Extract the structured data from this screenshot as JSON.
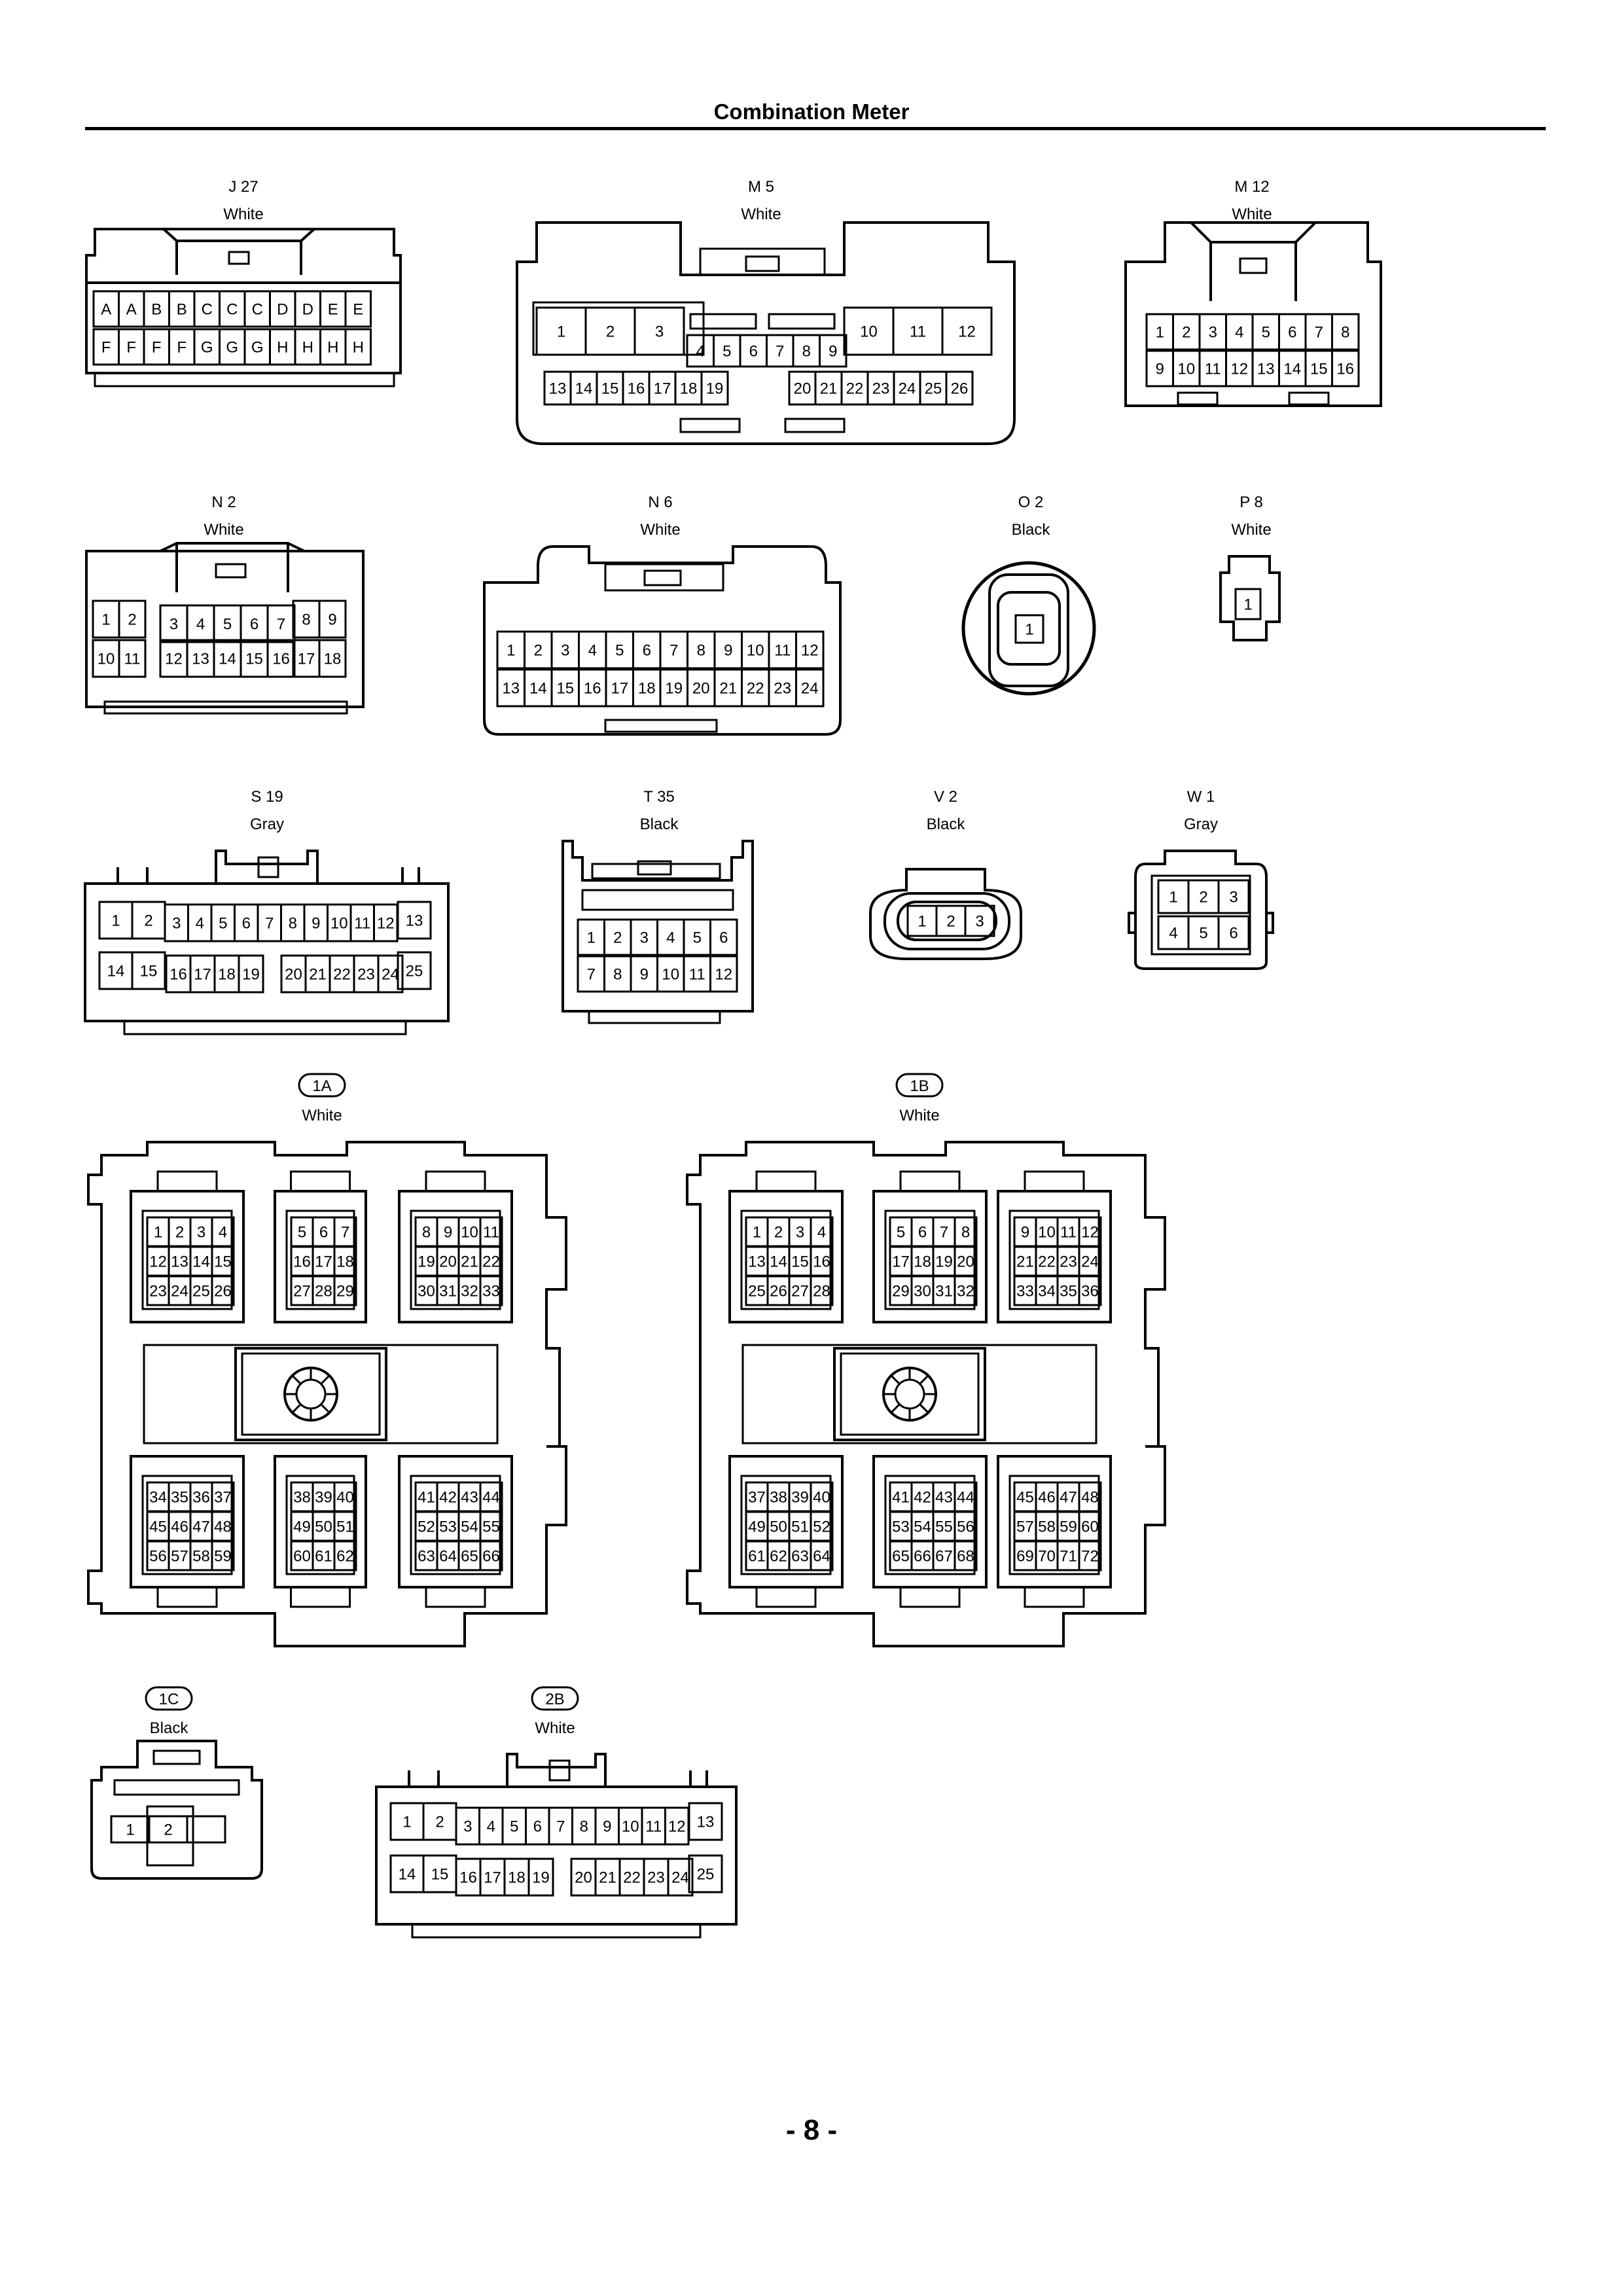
{
  "page": {
    "title": "Combination Meter",
    "page_number": "- 8 -"
  },
  "connectors": [
    {
      "id": "J 27",
      "color": "White",
      "rows": [
        [
          "A",
          "A",
          "B",
          "B",
          "C",
          "C",
          "C",
          "D",
          "D",
          "E",
          "E"
        ],
        [
          "F",
          "F",
          "F",
          "F",
          "G",
          "G",
          "G",
          "H",
          "H",
          "H",
          "H"
        ]
      ]
    },
    {
      "id": "M 5",
      "color": "White",
      "rows": [
        [
          "1",
          "2",
          "3"
        ],
        [
          "4",
          "5",
          "6",
          "7",
          "8",
          "9"
        ],
        [
          "10",
          "11",
          "12"
        ],
        [
          "13",
          "14",
          "15",
          "16",
          "17",
          "18",
          "19"
        ],
        [
          "20",
          "21",
          "22",
          "23",
          "24",
          "25",
          "26"
        ]
      ]
    },
    {
      "id": "M 12",
      "color": "White",
      "rows": [
        [
          "1",
          "2",
          "3",
          "4",
          "5",
          "6",
          "7",
          "8"
        ],
        [
          "9",
          "10",
          "11",
          "12",
          "13",
          "14",
          "15",
          "16"
        ]
      ]
    },
    {
      "id": "N 2",
      "color": "White",
      "rows": [
        [
          "1",
          "2"
        ],
        [
          "3",
          "4",
          "5",
          "6",
          "7"
        ],
        [
          "8",
          "9"
        ],
        [
          "10",
          "11"
        ],
        [
          "12",
          "13",
          "14",
          "15",
          "16"
        ],
        [
          "17",
          "18"
        ]
      ]
    },
    {
      "id": "N 6",
      "color": "White",
      "rows": [
        [
          "1",
          "2",
          "3",
          "4",
          "5",
          "6",
          "7",
          "8",
          "9",
          "10",
          "11",
          "12"
        ],
        [
          "13",
          "14",
          "15",
          "16",
          "17",
          "18",
          "19",
          "20",
          "21",
          "22",
          "23",
          "24"
        ]
      ]
    },
    {
      "id": "O 2",
      "color": "Black",
      "rows": [
        [
          "1"
        ]
      ]
    },
    {
      "id": "P 8",
      "color": "White",
      "rows": [
        [
          "1"
        ]
      ]
    },
    {
      "id": "S 19",
      "color": "Gray",
      "rows": [
        [
          "1",
          "2"
        ],
        [
          "3",
          "4",
          "5",
          "6",
          "7",
          "8",
          "9",
          "10",
          "11",
          "12"
        ],
        [
          "13"
        ],
        [
          "14",
          "15"
        ],
        [
          "16",
          "17",
          "18",
          "19"
        ],
        [
          "20",
          "21",
          "22",
          "23",
          "24"
        ],
        [
          "25"
        ]
      ]
    },
    {
      "id": "T 35",
      "color": "Black",
      "rows": [
        [
          "1",
          "2",
          "3",
          "4",
          "5",
          "6"
        ],
        [
          "7",
          "8",
          "9",
          "10",
          "11",
          "12"
        ]
      ]
    },
    {
      "id": "V 2",
      "color": "Black",
      "rows": [
        [
          "1",
          "2",
          "3"
        ]
      ]
    },
    {
      "id": "W 1",
      "color": "Gray",
      "rows": [
        [
          "1",
          "2",
          "3"
        ],
        [
          "4",
          "5",
          "6"
        ]
      ]
    },
    {
      "id": "1A",
      "color": "White",
      "blocks": [
        [
          [
            "1",
            "2",
            "3",
            "4"
          ],
          [
            "12",
            "13",
            "14",
            "15"
          ],
          [
            "23",
            "24",
            "25",
            "26"
          ]
        ],
        [
          [
            "5",
            "6",
            "7"
          ],
          [
            "16",
            "17",
            "18"
          ],
          [
            "27",
            "28",
            "29"
          ]
        ],
        [
          [
            "8",
            "9",
            "10",
            "11"
          ],
          [
            "19",
            "20",
            "21",
            "22"
          ],
          [
            "30",
            "31",
            "32",
            "33"
          ]
        ],
        [
          [
            "34",
            "35",
            "36",
            "37"
          ],
          [
            "45",
            "46",
            "47",
            "48"
          ],
          [
            "56",
            "57",
            "58",
            "59"
          ]
        ],
        [
          [
            "38",
            "39",
            "40"
          ],
          [
            "49",
            "50",
            "51"
          ],
          [
            "60",
            "61",
            "62"
          ]
        ],
        [
          [
            "41",
            "42",
            "43",
            "44"
          ],
          [
            "52",
            "53",
            "54",
            "55"
          ],
          [
            "63",
            "64",
            "65",
            "66"
          ]
        ]
      ]
    },
    {
      "id": "1B",
      "color": "White",
      "blocks": [
        [
          [
            "1",
            "2",
            "3",
            "4"
          ],
          [
            "13",
            "14",
            "15",
            "16"
          ],
          [
            "25",
            "26",
            "27",
            "28"
          ]
        ],
        [
          [
            "5",
            "6",
            "7",
            "8"
          ],
          [
            "17",
            "18",
            "19",
            "20"
          ],
          [
            "29",
            "30",
            "31",
            "32"
          ]
        ],
        [
          [
            "9",
            "10",
            "11",
            "12"
          ],
          [
            "21",
            "22",
            "23",
            "24"
          ],
          [
            "33",
            "34",
            "35",
            "36"
          ]
        ],
        [
          [
            "37",
            "38",
            "39",
            "40"
          ],
          [
            "49",
            "50",
            "51",
            "52"
          ],
          [
            "61",
            "62",
            "63",
            "64"
          ]
        ],
        [
          [
            "41",
            "42",
            "43",
            "44"
          ],
          [
            "53",
            "54",
            "55",
            "56"
          ],
          [
            "65",
            "66",
            "67",
            "68"
          ]
        ],
        [
          [
            "45",
            "46",
            "47",
            "48"
          ],
          [
            "57",
            "58",
            "59",
            "60"
          ],
          [
            "69",
            "70",
            "71",
            "72"
          ]
        ]
      ]
    },
    {
      "id": "1C",
      "color": "Black",
      "rows": [
        [
          "1",
          "2"
        ]
      ]
    },
    {
      "id": "2B",
      "color": "White",
      "rows": [
        [
          "1",
          "2"
        ],
        [
          "3",
          "4",
          "5",
          "6",
          "7",
          "8",
          "9",
          "10",
          "11",
          "12"
        ],
        [
          "13"
        ],
        [
          "14",
          "15"
        ],
        [
          "16",
          "17",
          "18",
          "19"
        ],
        [
          "20",
          "21",
          "22",
          "23",
          "24"
        ],
        [
          "25"
        ]
      ]
    }
  ]
}
